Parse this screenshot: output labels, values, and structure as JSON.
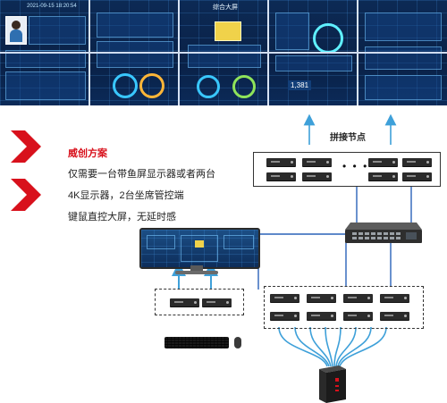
{
  "diagram": {
    "node_label": "拼接节点",
    "ellipsis": "• • •",
    "solution": {
      "title": "威创方案",
      "lines": [
        "仅需要一台带鱼屏显示器或者两台",
        "4K显示器，2台坐席管控端",
        "键鼠直控大屏，无延时感"
      ]
    },
    "wall": {
      "title_left": "2021-09-15 18:20:54",
      "title_center": "综合大屏",
      "readout": "1,381"
    }
  },
  "colors": {
    "accent_red": "#d8111c",
    "arrow_blue": "#3ea0d9",
    "wall_bg": "#0a2147",
    "device_dark": "#2b2b2b"
  },
  "icons": [
    "chevron-right-icon",
    "monitor-icon",
    "network-switch-icon",
    "keyboard-icon",
    "mouse-icon",
    "server-icon",
    "arrow-up-icon"
  ]
}
